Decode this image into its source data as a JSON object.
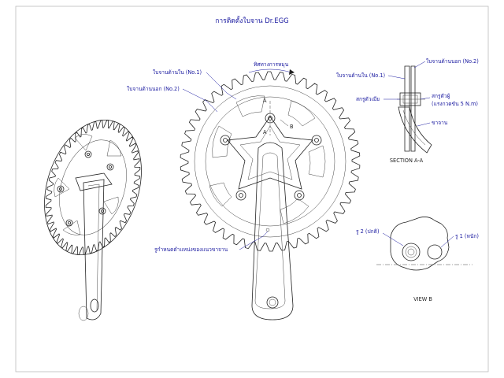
{
  "title": "การติดตั้งใบจาน Dr.EGG",
  "labels": {
    "inner_ring_front": "ใบจานด้านใน (No.1)",
    "outer_ring_front": "ใบจานด้านนอก (No.2)",
    "rotation_direction": "ทิศทางการหมุน",
    "crank_position_hole": "รูกำหนดตำแหน่งของแนวขาจาน",
    "section_a_a": "SECTION A-A",
    "outer_ring_section": "ใบจานด้านนอก (No.2)",
    "inner_ring_section": "ใบจานด้านใน (No.1)",
    "nut_label": "สกรูตัวเมีย",
    "bolt_label_line1": "สกรูตัวผู้",
    "bolt_label_line2": "(แรงกวดขัน 5 N.m)",
    "crank_arm_label": "ขาจาน",
    "view_b": "VIEW B",
    "hole2": "รู 2 (ปกติ)",
    "hole1": "รู 1 (หนัก)",
    "mark_a_top": "A",
    "mark_a_bottom": "A",
    "mark_b": "B"
  },
  "colors": {
    "label": "#1a1aa0",
    "line": "#222222"
  }
}
